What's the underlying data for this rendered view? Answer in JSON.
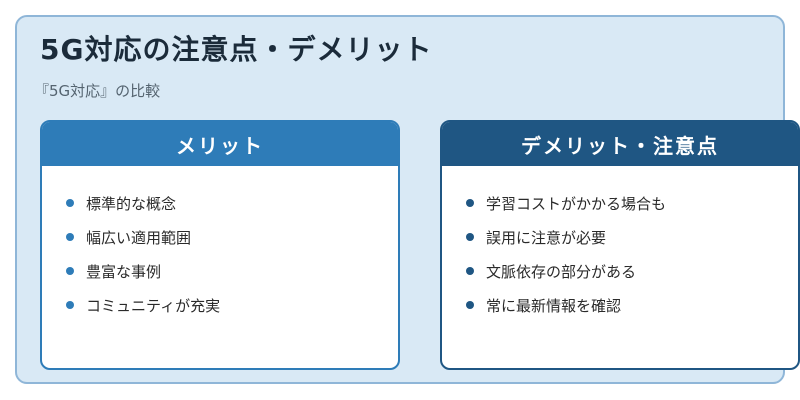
{
  "title": "5G対応の注意点・デメリット",
  "subtitle": "『5G対応』の比較",
  "merits": {
    "heading": "メリット",
    "items": [
      "標準的な概念",
      "幅広い適用範囲",
      "豊富な事例",
      "コミュニティが充実"
    ]
  },
  "demerits": {
    "heading": "デメリット・注意点",
    "items": [
      "学習コストがかかる場合も",
      "誤用に注意が必要",
      "文脈依存の部分がある",
      "常に最新情報を確認"
    ]
  },
  "colors": {
    "background": "#d9e9f5",
    "merit_accent": "#2e7cb8",
    "demerit_accent": "#1f5683"
  }
}
